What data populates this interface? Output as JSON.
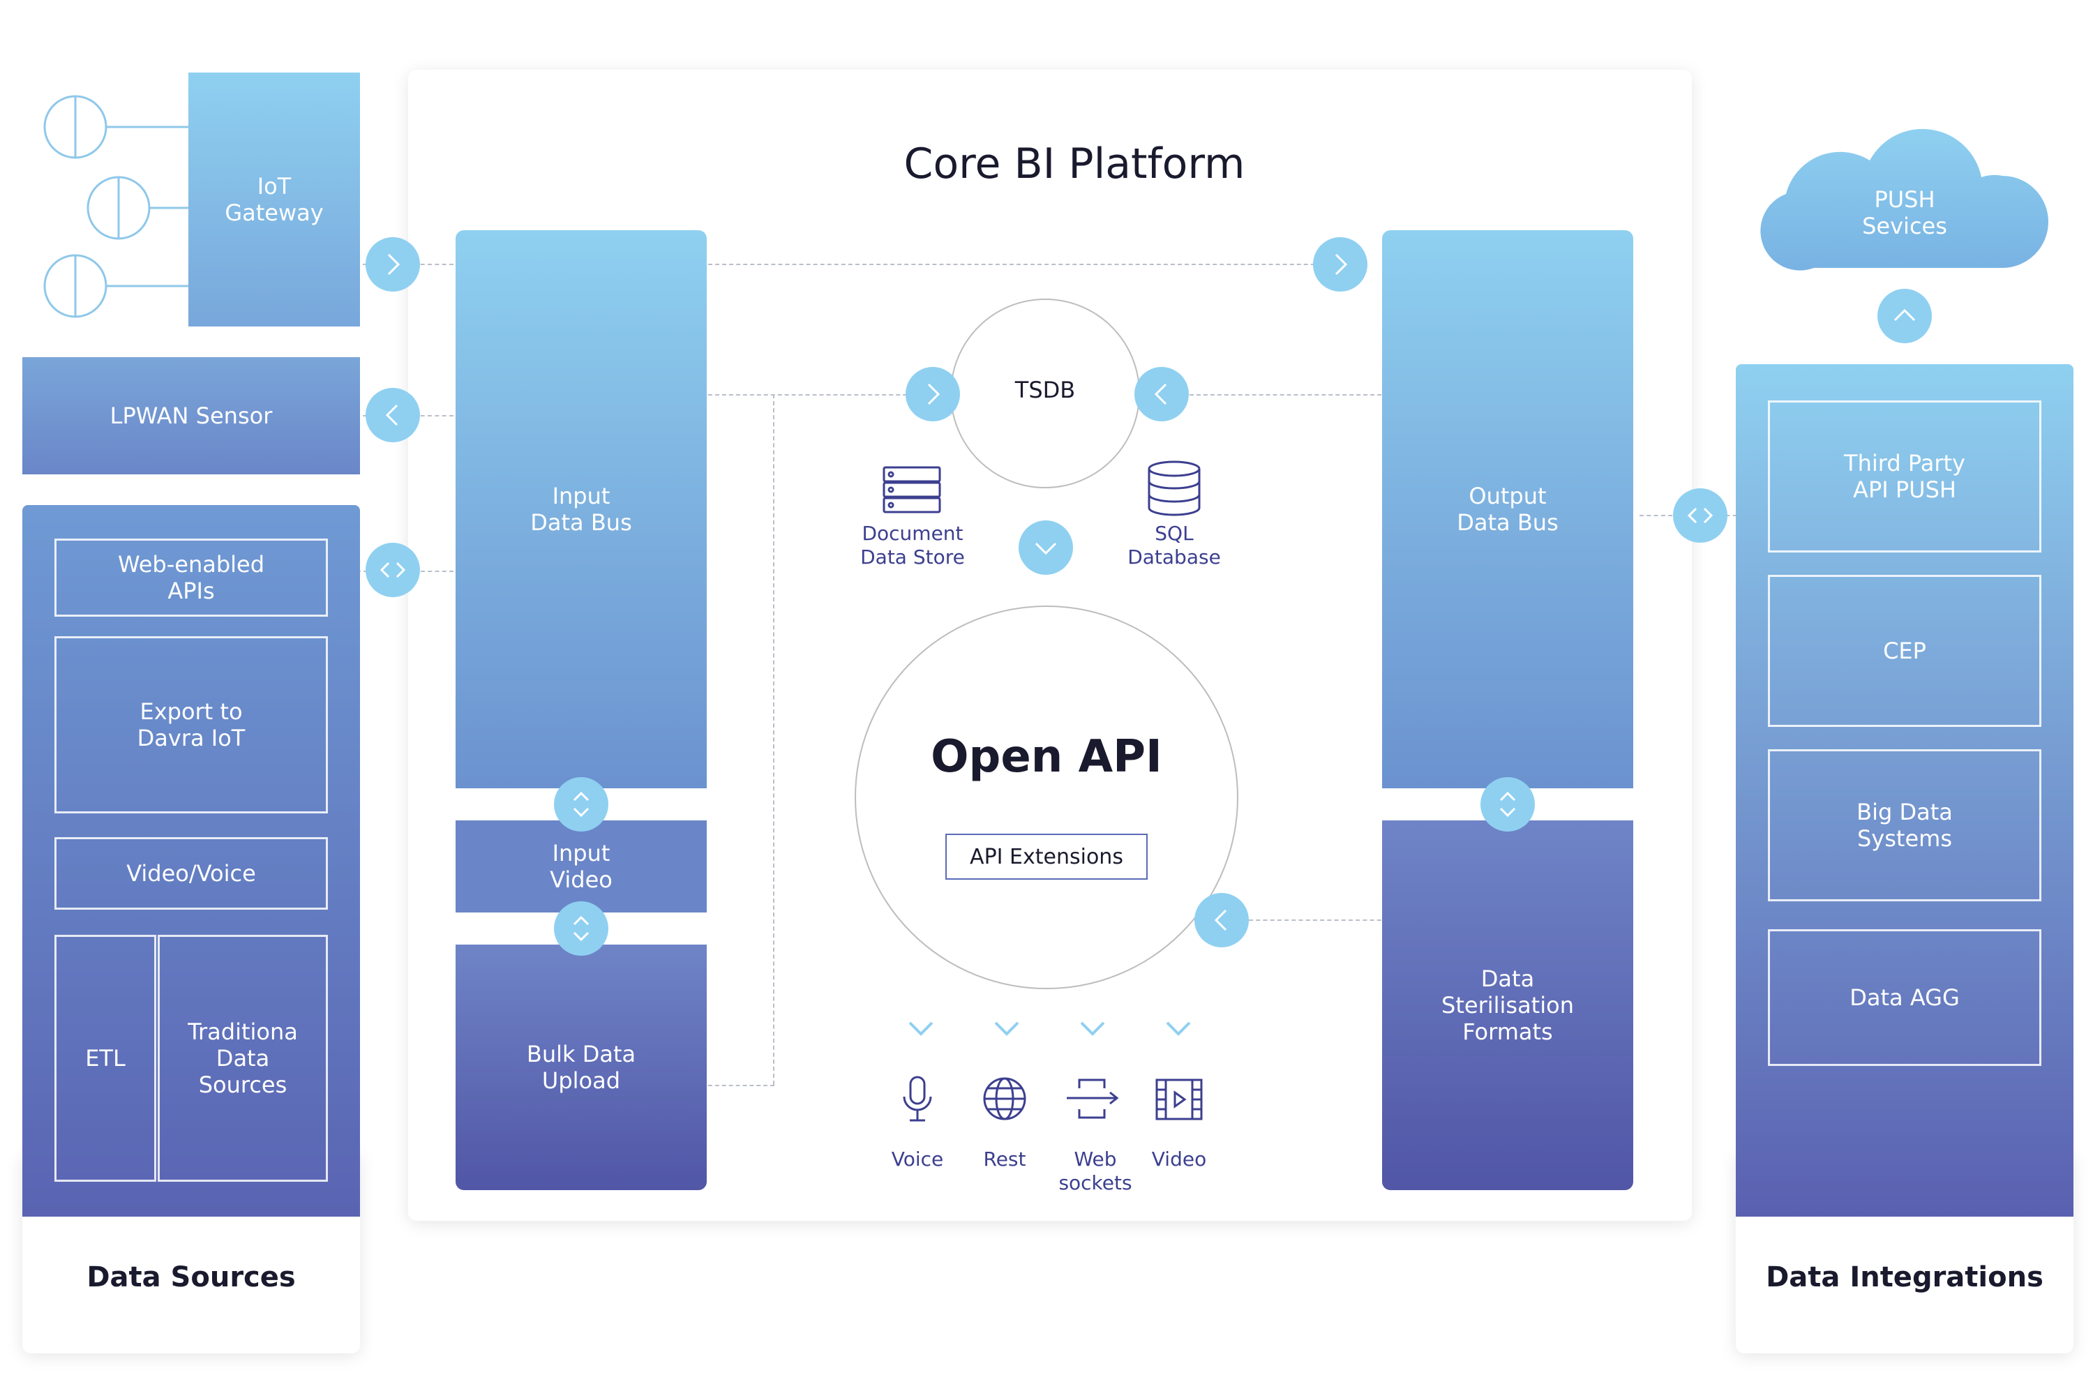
{
  "core": {
    "title": "Core BI Platform",
    "input_bus": "Input\nData Bus",
    "input_video": "Input\nVideo",
    "bulk_upload": "Bulk Data\nUpload",
    "output_bus": "Output\nData Bus",
    "data_sterilisation": "Data\nSterilisation\nFormats",
    "tsdb": "TSDB",
    "document_store": "Document\nData Store",
    "sql_database": "SQL\nDatabase",
    "open_api": "Open API",
    "api_extensions": "API Extensions",
    "protocols": [
      "Voice",
      "Rest",
      "Web\nsockets",
      "Video"
    ]
  },
  "sources": {
    "iot_gateway": "IoT\nGateway",
    "lpwan": "LPWAN Sensor",
    "web_apis": "Web-enabled\nAPIs",
    "export": "Export to\nDavra IoT",
    "video_voice": "Video/Voice",
    "etl": "ETL",
    "traditional": "Traditiona\nData\nSources",
    "footer": "Data Sources"
  },
  "integrations": {
    "push": "PUSH\nSevices",
    "third_party": "Third Party\nAPI PUSH",
    "cep": "CEP",
    "big_data": "Big Data\nSystems",
    "data_agg": "Data AGG",
    "footer": "Data Integrations"
  },
  "colors": {
    "accent": "#8fd0f1",
    "navy": "#3c3f8f",
    "dash": "#b9bfc9"
  },
  "icons": [
    "chevron-right-icon",
    "chevron-left-icon",
    "chevron-down-icon",
    "chevron-up-icon",
    "up-down-icon",
    "left-right-icon",
    "microphone-icon",
    "globe-icon",
    "websocket-icon",
    "film-icon",
    "server-stack-icon",
    "database-icon",
    "cloud-icon",
    "sensor-node-icon"
  ]
}
